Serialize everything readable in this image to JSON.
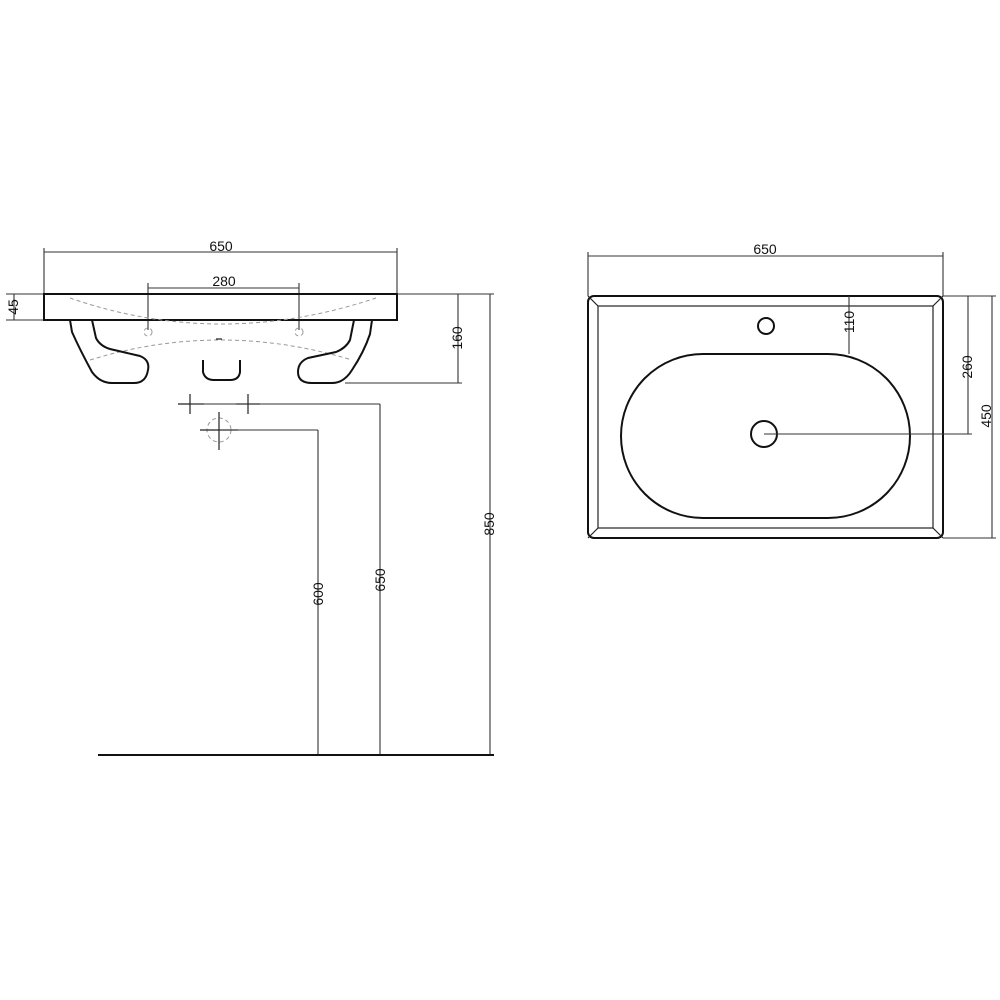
{
  "side_view": {
    "width_label": "650",
    "tap_spacing_label": "280",
    "rim_thickness_label": "45",
    "depth_label": "160",
    "trap_height_label": "600",
    "supply_height_label": "650",
    "rim_height_label": "850"
  },
  "top_view": {
    "width_label": "650",
    "tap_offset_label": "110",
    "drain_offset_label": "260",
    "depth_label": "450"
  }
}
